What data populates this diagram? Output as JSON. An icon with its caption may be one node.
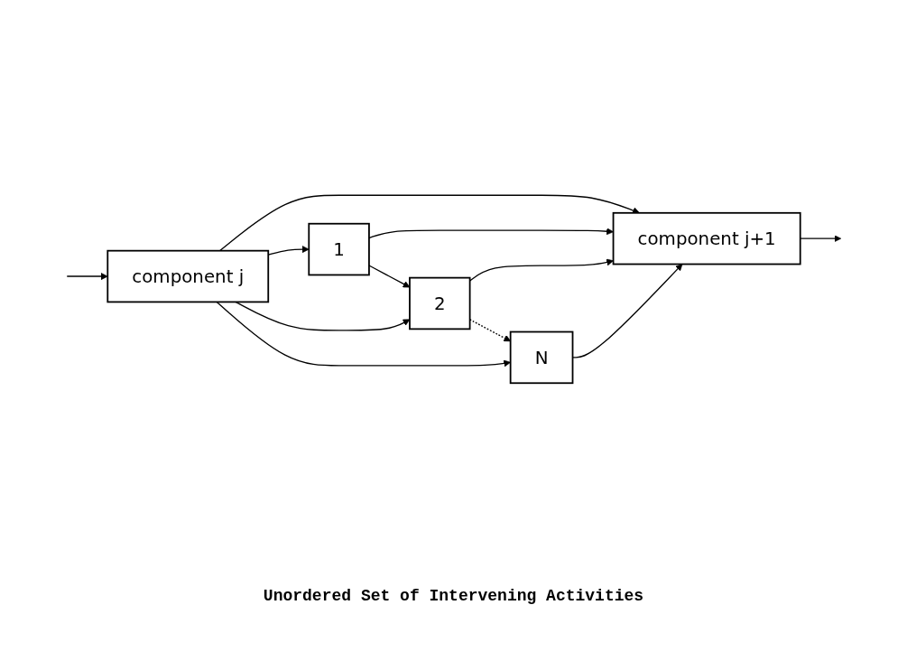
{
  "diagram": {
    "nodes": [
      {
        "text": [
          "component j+1"
        ]
      },
      {
        "text": [
          "component j"
        ]
      },
      {
        "text": [
          "1"
        ]
      },
      {
        "text": [
          "2"
        ]
      },
      {
        "text": [
          "N"
        ]
      }
    ],
    "edges": [
      {
        "from": 0,
        "to": null,
        "arrow": "to"
      },
      {
        "from": null,
        "to": 1,
        "arrow": "to"
      },
      {
        "from": 1,
        "to": 0,
        "arrow": "to"
      },
      {
        "from": 1,
        "to": 2,
        "arrow": "to"
      },
      {
        "from": 2,
        "to": 0,
        "arrow": "to"
      },
      {
        "from": 2,
        "to": 3,
        "arrow": "to"
      },
      {
        "from": 3,
        "to": 0,
        "arrow": "to"
      },
      {
        "from": 3,
        "to": 4,
        "arrow": "to",
        "style": "dashed"
      },
      {
        "from": 4,
        "to": 0,
        "arrow": "to"
      },
      {
        "from": 1,
        "to": 3,
        "arrow": "to"
      },
      {
        "from": 1,
        "to": 4,
        "arrow": "to"
      }
    ],
    "labels": [
      "Unordered Set of Intervening Activities"
    ]
  }
}
